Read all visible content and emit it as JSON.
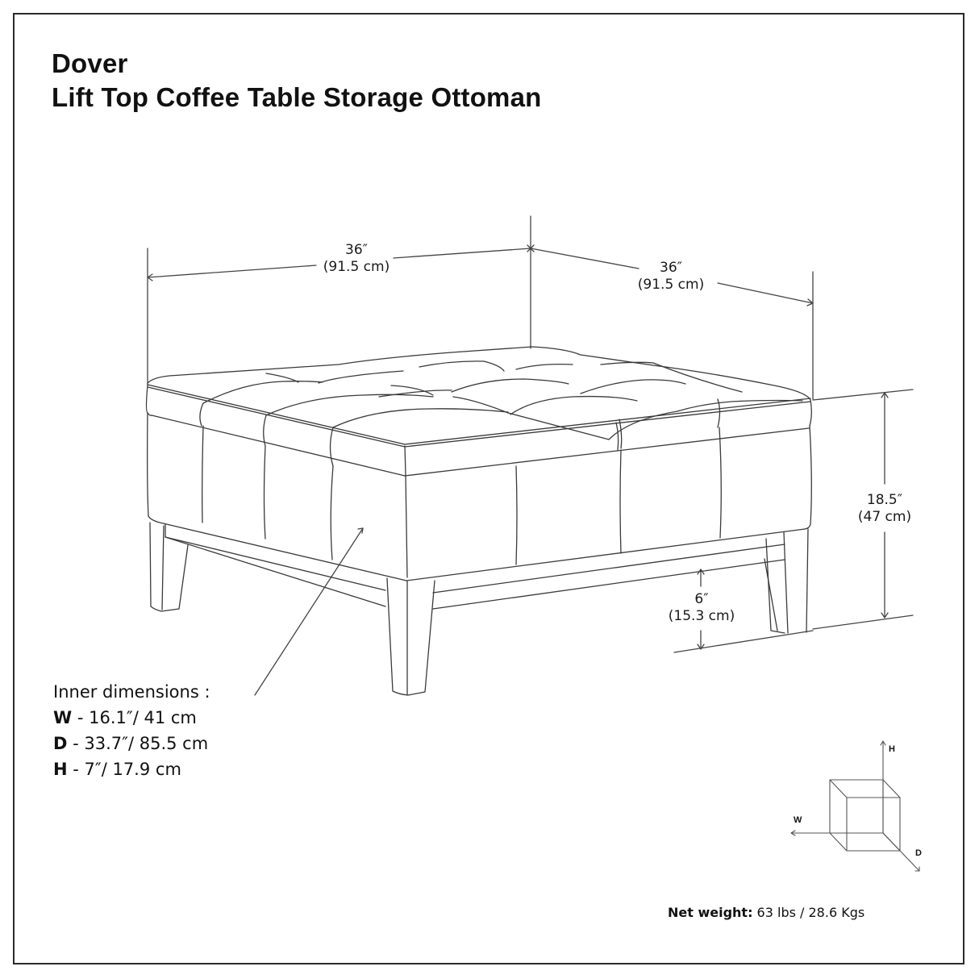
{
  "header": {
    "brand": "Dover",
    "product": "Lift Top Coffee Table Storage Ottoman"
  },
  "dimensions": {
    "width": {
      "imperial": "36″",
      "metric": "(91.5 cm)"
    },
    "depth": {
      "imperial": "36″",
      "metric": "(91.5 cm)"
    },
    "height": {
      "imperial": "18.5″",
      "metric": "(47 cm)"
    },
    "leg_clearance": {
      "imperial": "6″",
      "metric": "(15.3 cm)"
    }
  },
  "inner_dimensions": {
    "heading": "Inner dimensions :",
    "rows": [
      {
        "key": "W",
        "value": " - 16.1″/ 41 cm"
      },
      {
        "key": "D",
        "value": " - 33.7″/ 85.5 cm"
      },
      {
        "key": "H",
        "value": " - 7″/ 17.9 cm"
      }
    ]
  },
  "axis_legend": {
    "h": "H",
    "w": "W",
    "d": "D"
  },
  "net_weight": {
    "label": "Net weight:",
    "value": " 63 lbs / 28.6 Kgs"
  },
  "colors": {
    "line": "#3a3a3a",
    "frame": "#2b2b2b",
    "text": "#111111",
    "background": "#ffffff"
  }
}
